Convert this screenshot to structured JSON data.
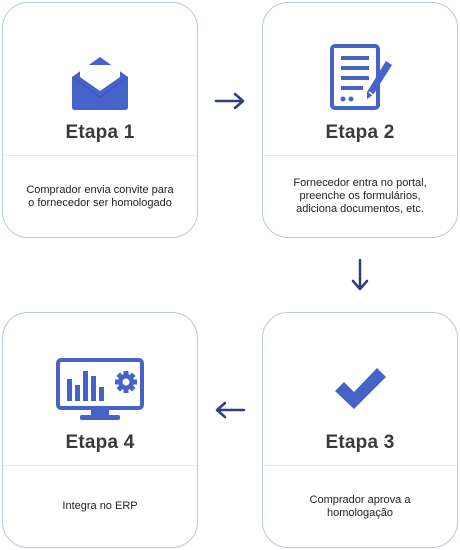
{
  "colors": {
    "accent": "#4563c9",
    "border": "#b7c6ea",
    "text": "#3a3a3a"
  },
  "steps": [
    {
      "title": "Etapa 1",
      "icon": "envelope-icon",
      "description": "Comprador envia convite para o fornecedor ser homologado"
    },
    {
      "title": "Etapa 2",
      "icon": "form-pen-icon",
      "description": "Fornecedor entra no portal, preenche os formulários, adiciona documentos, etc."
    },
    {
      "title": "Etapa 3",
      "icon": "checkmark-icon",
      "description": "Comprador aprova a homologação"
    },
    {
      "title": "Etapa 4",
      "icon": "monitor-chart-gear-icon",
      "description": "Integra no ERP"
    }
  ],
  "arrows": [
    "arrow-right-icon",
    "arrow-down-icon",
    "arrow-left-icon"
  ]
}
